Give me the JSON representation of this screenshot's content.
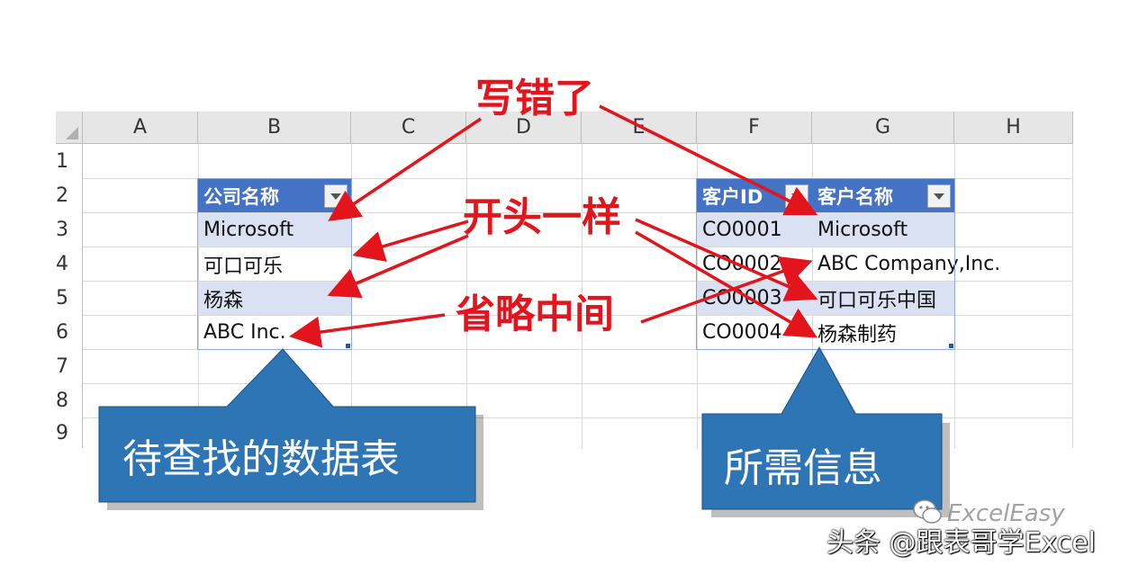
{
  "columns": [
    "A",
    "B",
    "C",
    "D",
    "E",
    "F",
    "G",
    "H"
  ],
  "rows": [
    "1",
    "2",
    "3",
    "4",
    "5",
    "6",
    "7",
    "8",
    "9"
  ],
  "table_left": {
    "header": "公司名称",
    "values": [
      "Microsoft",
      "可口可乐",
      "杨森",
      "ABC Inc."
    ]
  },
  "table_right": {
    "headers": [
      "客户ID",
      "客户名称"
    ],
    "ids": [
      "CO0001",
      "CO0002",
      "CO0003",
      "CO0004"
    ],
    "names": [
      "Microsoft",
      "ABC Company,Inc.",
      "可口可乐中国",
      "杨森制药"
    ]
  },
  "annotations": {
    "typo": "写错了",
    "same_start": "开头一样",
    "omit_middle": "省略中间"
  },
  "callouts": {
    "lookup_table": "待查找的数据表",
    "needed_info": "所需信息"
  },
  "watermark": {
    "brand": "ExcelEasy",
    "source": "头条 @跟表哥学Excel"
  },
  "colors": {
    "table_header": "#4472c4",
    "band": "#d9e1f2",
    "arrow": "#e3141b",
    "callout": "#2e75b6"
  }
}
